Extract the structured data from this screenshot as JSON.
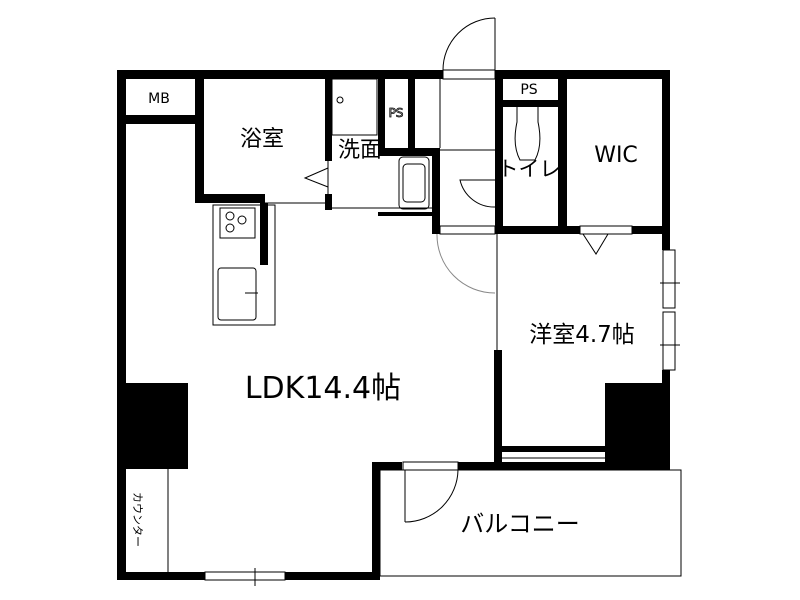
{
  "rooms": {
    "mb": "MB",
    "bath": "浴室",
    "washroom": "洗面",
    "ps_small": "PS",
    "ps_toilet": "PS",
    "toilet": "トイレ",
    "wic": "WIC",
    "western_room": "洋室4.7帖",
    "ldk": "LDK14.4帖",
    "balcony": "バルコニー",
    "counter": "カウンター"
  }
}
